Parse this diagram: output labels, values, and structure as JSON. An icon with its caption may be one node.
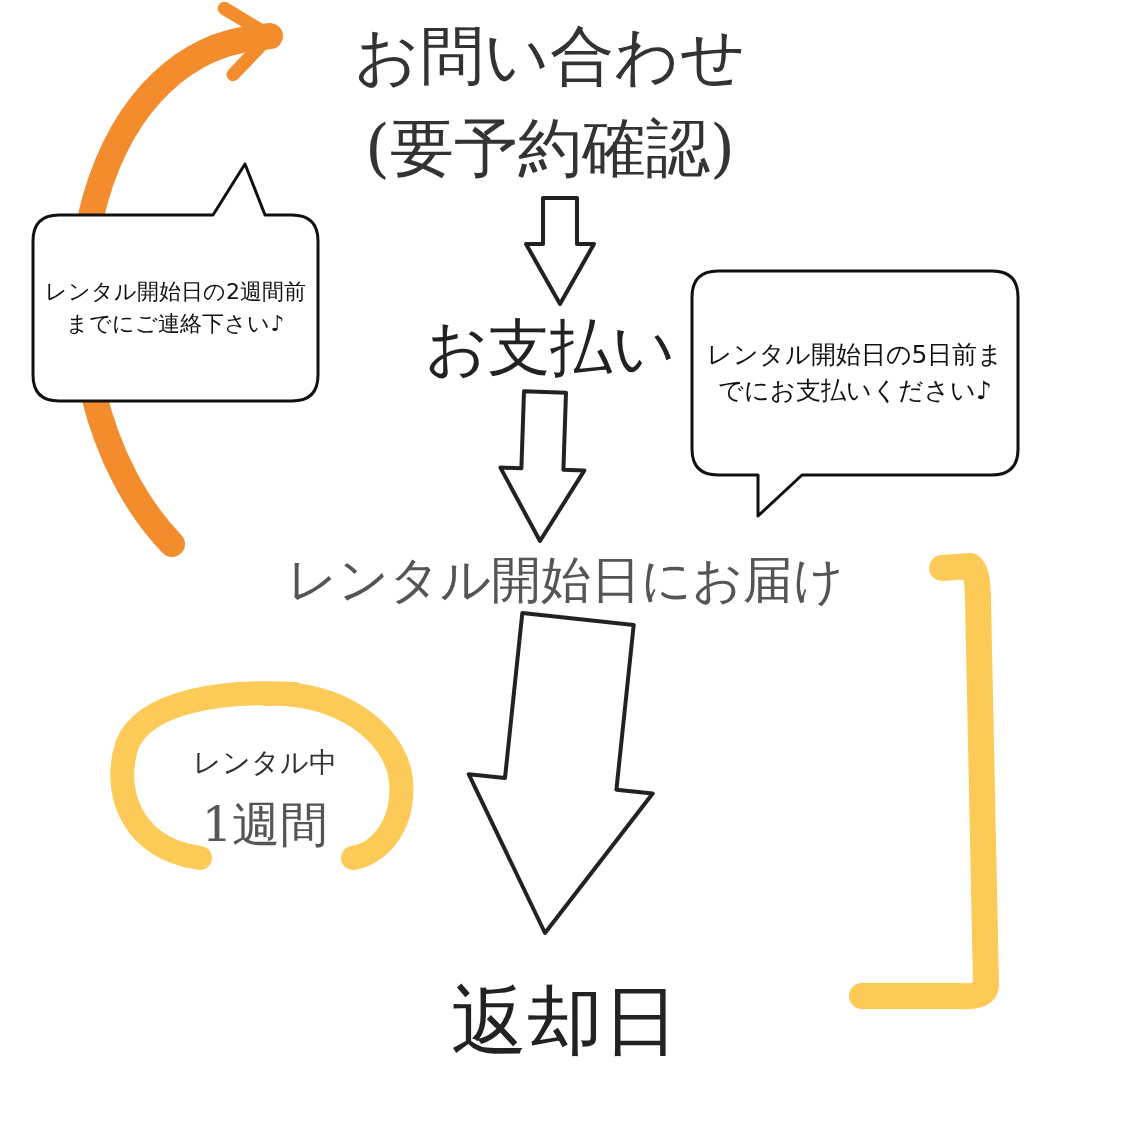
{
  "diagram": {
    "nodes": [
      {
        "text": [
          "お問い合わせ(要予約確認)"
        ]
      },
      {
        "text": [
          "お支払い"
        ]
      },
      {
        "text": [
          "レンタル開始日にお届け"
        ]
      },
      {
        "text": [
          "返却日"
        ]
      },
      {
        "text": [
          "レンタル開始日の2週間前までにご連絡下さい♪"
        ]
      },
      {
        "text": [
          "レンタル開始日の5日前までにお支払いください♪"
        ]
      },
      {
        "text": [
          "レンタル中",
          "1週間"
        ]
      }
    ],
    "edges": [
      {
        "from": 0,
        "to": 1,
        "arrow": "to"
      },
      {
        "from": 1,
        "to": 2,
        "arrow": "to"
      },
      {
        "from": 2,
        "to": 3,
        "arrow": "to"
      },
      {
        "from": null,
        "to": 0,
        "arrow": "to",
        "color": "#f28c2c"
      }
    ]
  }
}
